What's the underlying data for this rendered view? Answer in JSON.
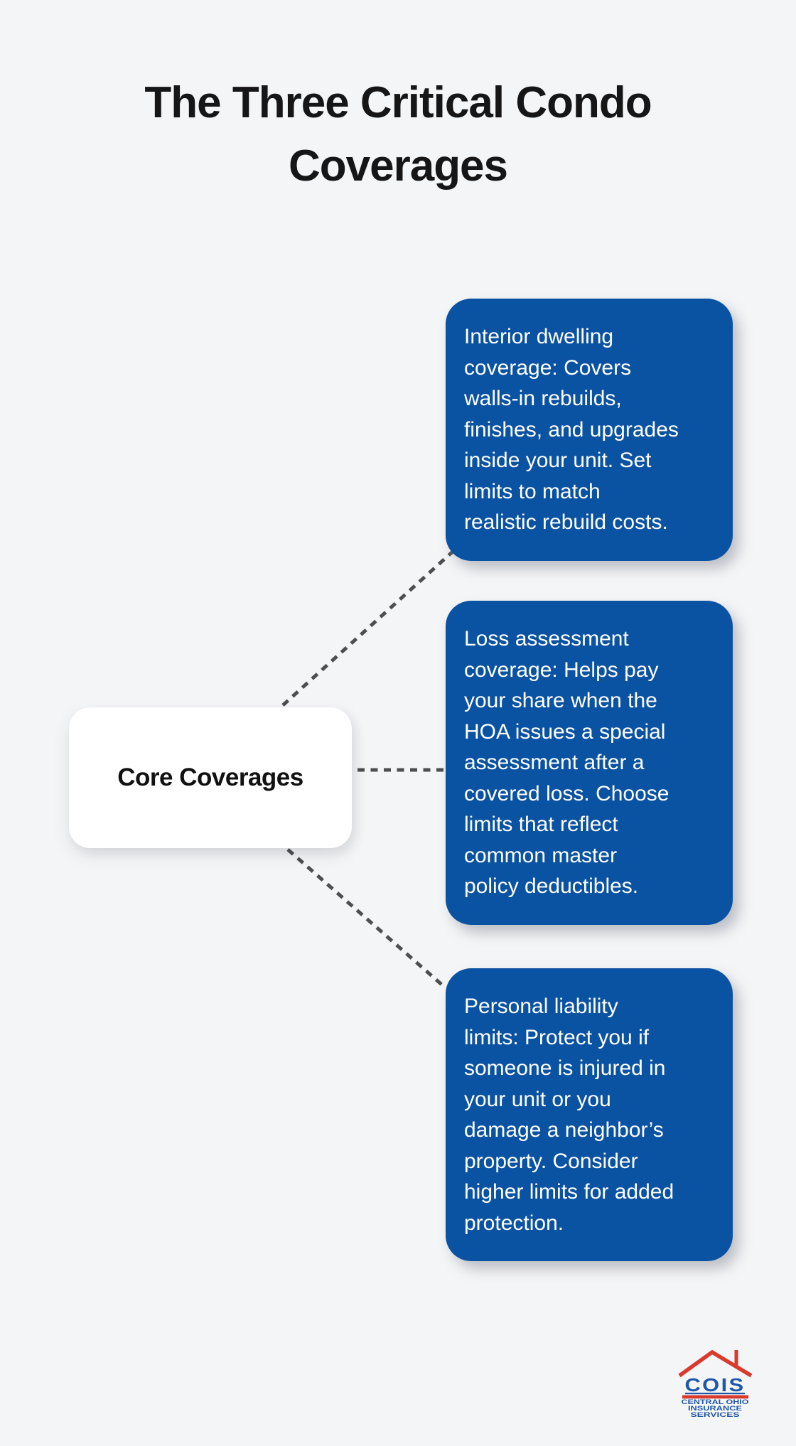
{
  "header": {
    "title": "The Three Critical Condo\nCoverages"
  },
  "diagram": {
    "root_label": "Core Coverages",
    "branches": [
      {
        "id": "interior-dwelling",
        "text": "Interior dwelling\ncoverage: Covers\nwalls-in rebuilds,\nfinishes, and upgrades\ninside your unit. Set\nlimits to match\nrealistic rebuild costs."
      },
      {
        "id": "loss-assessment",
        "text": "Loss assessment\ncoverage: Helps pay\nyour share when the\nHOA issues a special\nassessment after a\ncovered loss. Choose\nlimits that reflect\ncommon master\npolicy deductibles."
      },
      {
        "id": "personal-liability",
        "text": "Personal liability\nlimits: Protect you if\nsomeone is injured in\nyour unit or you\ndamage a neighbor’s\nproperty. Consider\nhigher limits for added\nprotection."
      }
    ],
    "colors": {
      "background": "#f4f5f7",
      "branch_fill": "#0a52a2",
      "branch_text": "#ffffff",
      "root_fill": "#ffffff",
      "root_text": "#111111",
      "connector": "#4e4e4e",
      "title_text": "#161616"
    }
  },
  "logo": {
    "abbr": "COIS",
    "line1": "CENTRAL OHIO",
    "line2": "INSURANCE",
    "line3": "SERVICES",
    "colors": {
      "blue": "#2057a7",
      "red": "#d93a2c"
    }
  }
}
